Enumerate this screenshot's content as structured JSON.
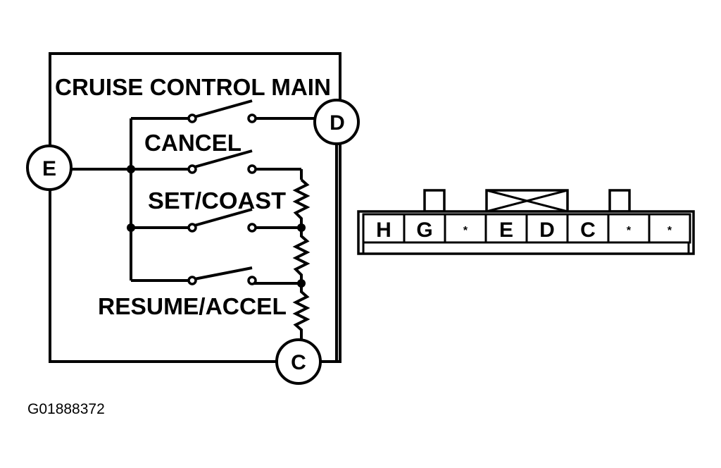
{
  "switch_module": {
    "title": "CRUISE CONTROL MAIN",
    "switches": [
      {
        "label": "CANCEL"
      },
      {
        "label": "SET/COAST"
      },
      {
        "label": "RESUME/ACCEL"
      }
    ],
    "terminals": {
      "left": "E",
      "top_right": "D",
      "bottom_right": "C"
    }
  },
  "connector": {
    "pins": [
      "H",
      "G",
      "*",
      "E",
      "D",
      "C",
      "*",
      "*"
    ]
  },
  "figure_code": "G01888372"
}
